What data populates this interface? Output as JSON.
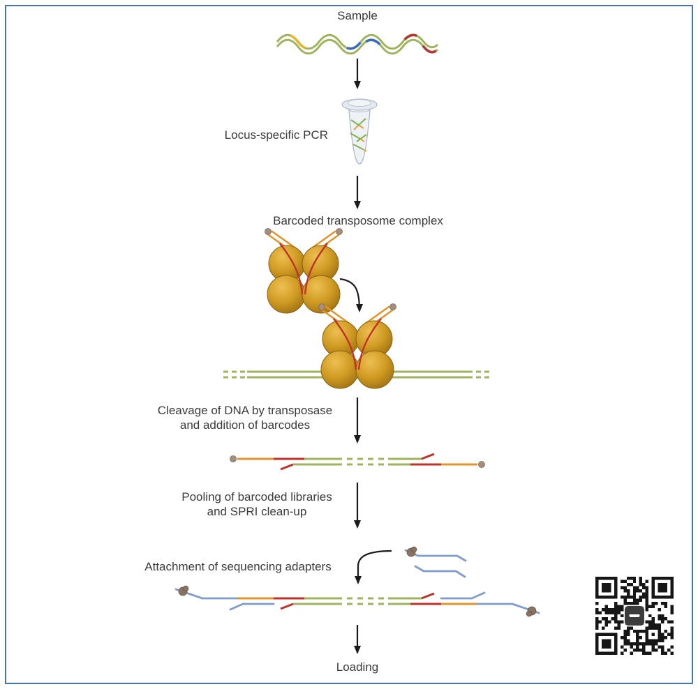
{
  "labels": {
    "sample": "Sample",
    "locus_pcr": "Locus-specific PCR",
    "transposome": "Barcoded transposome complex",
    "cleavage_line1": "Cleavage of DNA by transposase",
    "cleavage_line2": "and addition of barcodes",
    "pooling_line1": "Pooling of barcoded libraries",
    "pooling_line2": "and SPRI clean-up",
    "adapters": "Attachment of sequencing adapters",
    "loading": "Loading"
  },
  "colors": {
    "border_blue": "#4472c4",
    "text_color": "#3a3a3a",
    "arrow_black": "#1a1a1a",
    "strand_green": "#9fb35c",
    "seg_yellow": "#ecb32c",
    "seg_blue": "#3c6cb4",
    "seg_red": "#b03b32",
    "transposome_gold": "#cf9a22",
    "arm_orange": "#e2932c",
    "barcode_red": "#c03229",
    "adapter_blue": "#7e9ccc",
    "protein_brown": "#8b7362",
    "dot_brown": "#a58e7c",
    "amplicon_green": "#86b14e",
    "amplicon_orange": "#e8a13c"
  }
}
